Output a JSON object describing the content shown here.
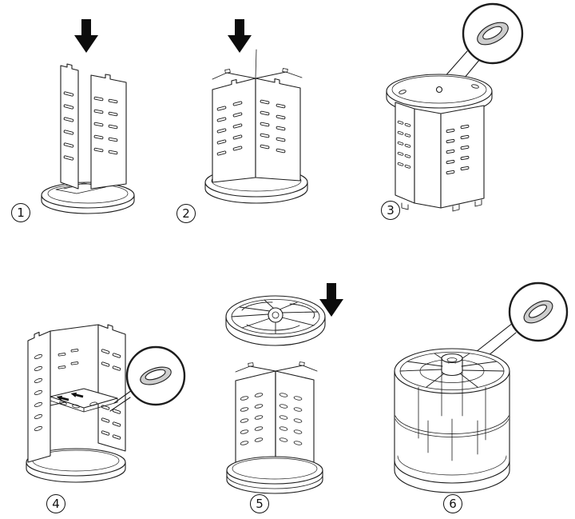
{
  "diagram": {
    "kind": "assembly-instructions",
    "step_count": 6
  },
  "steps": [
    {
      "label": "1"
    },
    {
      "label": "2"
    },
    {
      "label": "3"
    },
    {
      "label": "4"
    },
    {
      "label": "5"
    },
    {
      "label": "6"
    }
  ],
  "colors": {
    "line": "#1c1c1c",
    "arrow": "#0c0c0c",
    "background": "#ffffff",
    "callout_ring_shade": "#cdcdcd"
  }
}
